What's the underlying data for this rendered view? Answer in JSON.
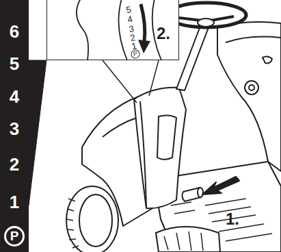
{
  "diagram": {
    "nodes": [
      {
        "text": [
          "6",
          "5",
          "4",
          "3",
          "2",
          "1",
          "P"
        ]
      },
      {
        "text": [
          "5",
          "4",
          "3",
          "2",
          "1",
          "P",
          "2."
        ]
      }
    ],
    "edges": [
      {
        "from": 0,
        "to": 1,
        "arrow": "none"
      }
    ],
    "labels": [
      "1."
    ]
  }
}
